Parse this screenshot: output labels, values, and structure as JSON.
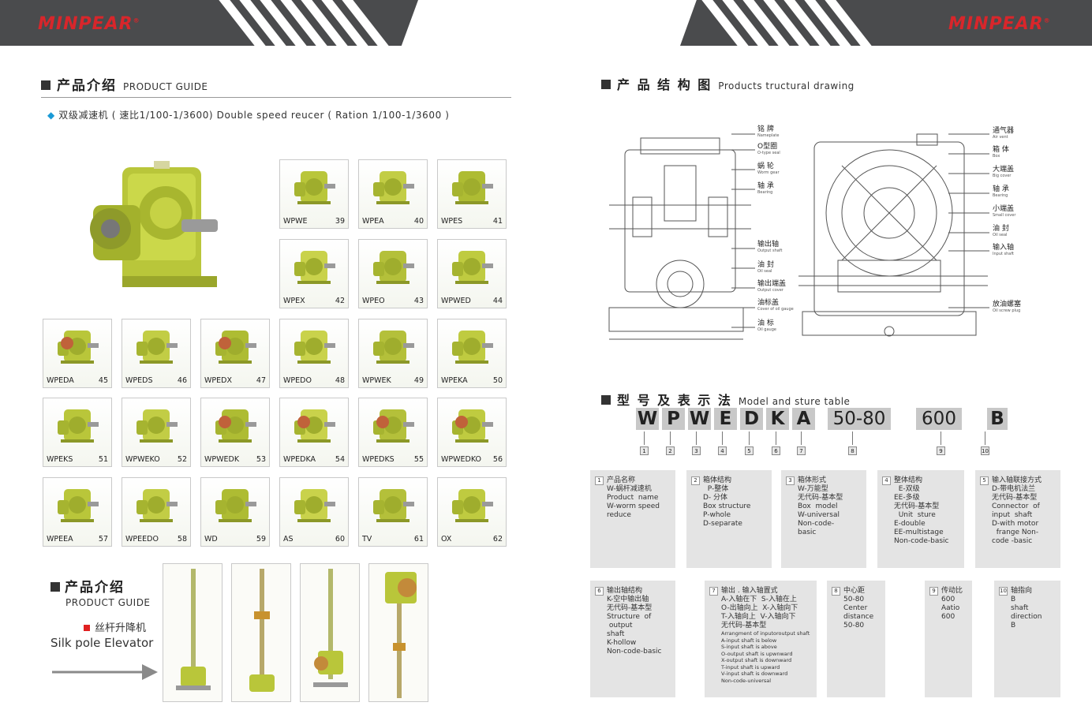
{
  "brand": {
    "name": "MINPEAR",
    "mark": "®"
  },
  "left": {
    "section_cn": "产品介绍",
    "section_en": "PRODUCT GUIDE",
    "subtitle_cn": "双级减速机",
    "subtitle_en": "( 速比1/100-1/3600) Double speed reucer ( Ration 1/100-1/3600 )",
    "products": [
      {
        "name": "WPWE",
        "num": "39"
      },
      {
        "name": "WPEA",
        "num": "40"
      },
      {
        "name": "WPES",
        "num": "41"
      },
      {
        "name": "WPEX",
        "num": "42"
      },
      {
        "name": "WPEO",
        "num": "43"
      },
      {
        "name": "WPWED",
        "num": "44"
      },
      {
        "name": "WPEDA",
        "num": "45"
      },
      {
        "name": "WPEDS",
        "num": "46"
      },
      {
        "name": "WPEDX",
        "num": "47"
      },
      {
        "name": "WPEDO",
        "num": "48"
      },
      {
        "name": "WPWEK",
        "num": "49"
      },
      {
        "name": "WPEKA",
        "num": "50"
      },
      {
        "name": "WPEKS",
        "num": "51"
      },
      {
        "name": "WPWEKO",
        "num": "52"
      },
      {
        "name": "WPWEDK",
        "num": "53"
      },
      {
        "name": "WPEDKA",
        "num": "54"
      },
      {
        "name": "WPEDKS",
        "num": "55"
      },
      {
        "name": "WPWEDKO",
        "num": "56"
      },
      {
        "name": "WPEEA",
        "num": "57"
      },
      {
        "name": "WPEEDO",
        "num": "58"
      },
      {
        "name": "WD",
        "num": "59"
      },
      {
        "name": "AS",
        "num": "60"
      },
      {
        "name": "TV",
        "num": "61"
      },
      {
        "name": "OX",
        "num": "62"
      }
    ],
    "elevator": {
      "section_cn": "产品介绍",
      "section_en": "PRODUCT GUIDE",
      "name_cn": "丝杆升降机",
      "name_en": "Silk pole Elevator"
    }
  },
  "right": {
    "drawing_cn": "产 品 结 构 图",
    "drawing_en": "Products tructural drawing",
    "labels_left": [
      {
        "cn": "铭 牌",
        "en": "Nameplate"
      },
      {
        "cn": "O型圈",
        "en": "O-type seal"
      },
      {
        "cn": "蜗 轮",
        "en": "Worm gear"
      },
      {
        "cn": "轴 承",
        "en": "Bearing"
      },
      {
        "cn": "输出轴",
        "en": "Output shaft"
      },
      {
        "cn": "油 封",
        "en": "Oil seal"
      },
      {
        "cn": "输出端盖",
        "en": "Output cover"
      },
      {
        "cn": "油标盖",
        "en": "Cover of oil gauge"
      },
      {
        "cn": "油 标",
        "en": "Oil gauge"
      }
    ],
    "labels_right": [
      {
        "cn": "通气器",
        "en": "Air vent"
      },
      {
        "cn": "箱 体",
        "en": "Box"
      },
      {
        "cn": "大端盖",
        "en": "Big cover"
      },
      {
        "cn": "轴 承",
        "en": "Bearing"
      },
      {
        "cn": "小端盖",
        "en": "Small cover"
      },
      {
        "cn": "油 封",
        "en": "Oil seal"
      },
      {
        "cn": "输入轴",
        "en": "Input shaft"
      },
      {
        "cn": "放油螺塞",
        "en": "Oil screw plug"
      }
    ],
    "model_cn": "型 号 及 表 示 法",
    "model_en": "Model and  sture table",
    "model_chars": [
      "W",
      "P",
      "W",
      "E",
      "D",
      "K",
      "A"
    ],
    "model_extra": [
      "50-80",
      "600",
      "B"
    ],
    "model_numbers": [
      "1",
      "2",
      "3",
      "4",
      "5",
      "6",
      "7",
      "8",
      "9",
      "10"
    ],
    "cards": [
      {
        "n": "1",
        "lines": [
          "产品名称",
          "W-蜗杆减速机",
          "Product  name",
          "W-worm speed",
          "reduce"
        ]
      },
      {
        "n": "2",
        "lines": [
          "箱体结构",
          "  P-整体",
          "D- 分体",
          "Box structure",
          "P-whole",
          "D-separate"
        ]
      },
      {
        "n": "3",
        "lines": [
          "箱体形式",
          "W-万能型",
          "无代码-基本型",
          "Box  model",
          "W-universal",
          "Non-code-",
          "basic"
        ]
      },
      {
        "n": "4",
        "lines": [
          "整体结构",
          "  E-双级",
          "EE-多级",
          "无代码-基本型",
          "  Unit  sture",
          "E-double",
          "EE-multistage",
          "Non-code-basic"
        ]
      },
      {
        "n": "5",
        "lines": [
          "输入轴联接方式",
          "D-带电机法兰",
          "无代码-基本型",
          "Connector  of",
          "input  shaft",
          "D-with motor",
          "  frange Non-",
          "code -basic"
        ]
      },
      {
        "n": "6",
        "lines": [
          "输出轴结构",
          "K-空中输出轴",
          "无代码-基本型",
          "Structure  of",
          " output",
          "shaft",
          "K-hollow",
          "Non-code-basic"
        ]
      },
      {
        "n": "7",
        "lines": [
          "输出 . 输入轴置式",
          "A-入轴在下  S-入轴在上",
          "O-出轴向上  X-入轴向下",
          "T-入轴向上  V-入轴向下",
          "无代码-基本型"
        ],
        "small": [
          "Arrangment of inputoroutput shaft",
          "A-input shaft is below",
          "S-input shaft is above",
          "O-output shaft is upwnward",
          "X-output shaft is downward",
          "T-input shaft is upward",
          "V-input shaft is downward",
          "Non-code-universal"
        ]
      },
      {
        "n": "8",
        "lines": [
          "中心距",
          "50-80",
          "Center",
          "distance",
          "50-80"
        ]
      },
      {
        "n": "9",
        "lines": [
          "传动比",
          "600",
          "Aatio",
          "600"
        ]
      },
      {
        "n": "10",
        "lines": [
          "轴指向",
          "B",
          "shaft",
          "direction",
          "B"
        ]
      }
    ]
  }
}
